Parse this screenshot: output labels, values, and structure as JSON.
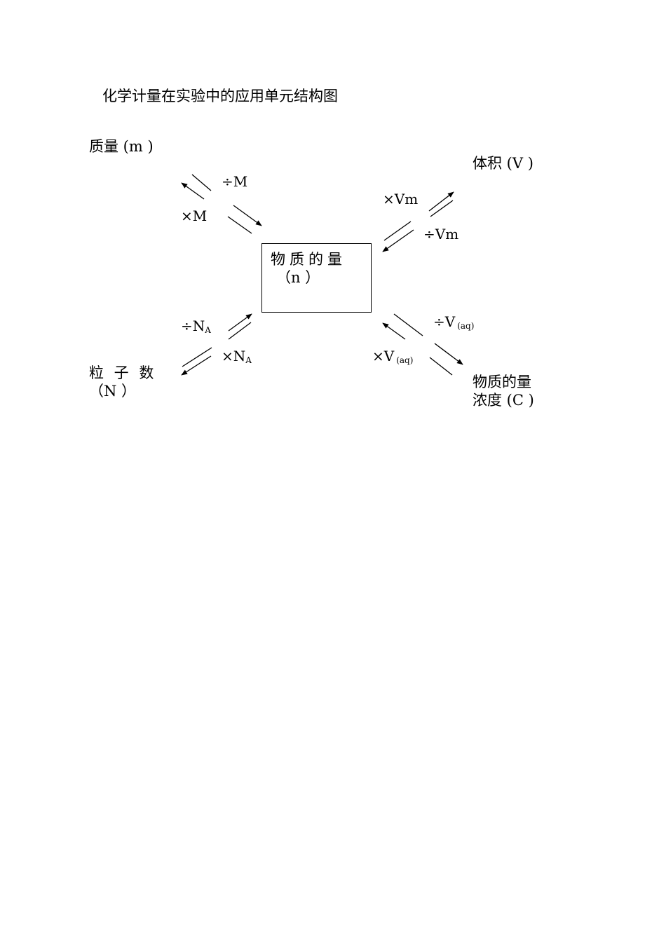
{
  "title": "化学计量在实验中的应用单元结构图",
  "center": {
    "label": "物质的量",
    "unit": "（n ）"
  },
  "nodes": {
    "mass": "质量 (m )",
    "volume": "体积 (V )",
    "particles_label": "粒 子 数",
    "particles_unit": "（N ）",
    "concentration_line1": "物质的量",
    "concentration_line2": "浓度 (C )"
  },
  "operations": {
    "mass_to_n": "÷M",
    "n_to_mass": "×M",
    "n_to_volume": "×Vm",
    "volume_to_n": "÷Vm",
    "particles_to_n_main": "÷N",
    "particles_to_n_sub": "A",
    "n_to_particles_main": "×N",
    "n_to_particles_sub": "A",
    "conc_to_n_main": "÷V",
    "conc_to_n_sub": "(aq)",
    "n_to_conc_main": "×V",
    "n_to_conc_sub": "(aq)"
  }
}
